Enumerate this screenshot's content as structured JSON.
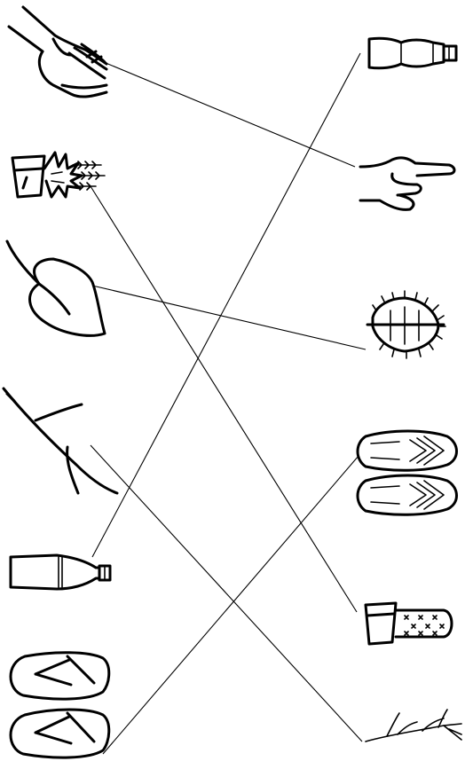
{
  "left_column": [
    {
      "id": "rough-hand",
      "icon": "open-hand-icon"
    },
    {
      "id": "aloe-pot",
      "icon": "spiky-aloe-pot-icon"
    },
    {
      "id": "smooth-leaf",
      "icon": "smooth-leaf-icon"
    },
    {
      "id": "twig",
      "icon": "bare-twig-icon"
    },
    {
      "id": "plastic-bottle",
      "icon": "plastic-bottle-icon"
    },
    {
      "id": "smooth-flip-flops",
      "icon": "flip-flops-icon"
    }
  ],
  "right_column": [
    {
      "id": "long-bottle",
      "icon": "long-bottle-icon"
    },
    {
      "id": "pointing-hand",
      "icon": "pointing-hand-icon"
    },
    {
      "id": "spiky-leaf",
      "icon": "spiky-leaf-icon"
    },
    {
      "id": "textured-sandals",
      "icon": "ridged-sandals-icon"
    },
    {
      "id": "cactus-pot",
      "icon": "cactus-pot-icon"
    },
    {
      "id": "branch",
      "icon": "thorny-branch-icon"
    }
  ],
  "connections": [
    {
      "from": "rough-hand",
      "to": "pointing-hand"
    },
    {
      "from": "aloe-pot",
      "to": "cactus-pot"
    },
    {
      "from": "smooth-leaf",
      "to": "spiky-leaf"
    },
    {
      "from": "twig",
      "to": "branch"
    },
    {
      "from": "plastic-bottle",
      "to": "long-bottle"
    },
    {
      "from": "smooth-flip-flops",
      "to": "textured-sandals"
    }
  ]
}
